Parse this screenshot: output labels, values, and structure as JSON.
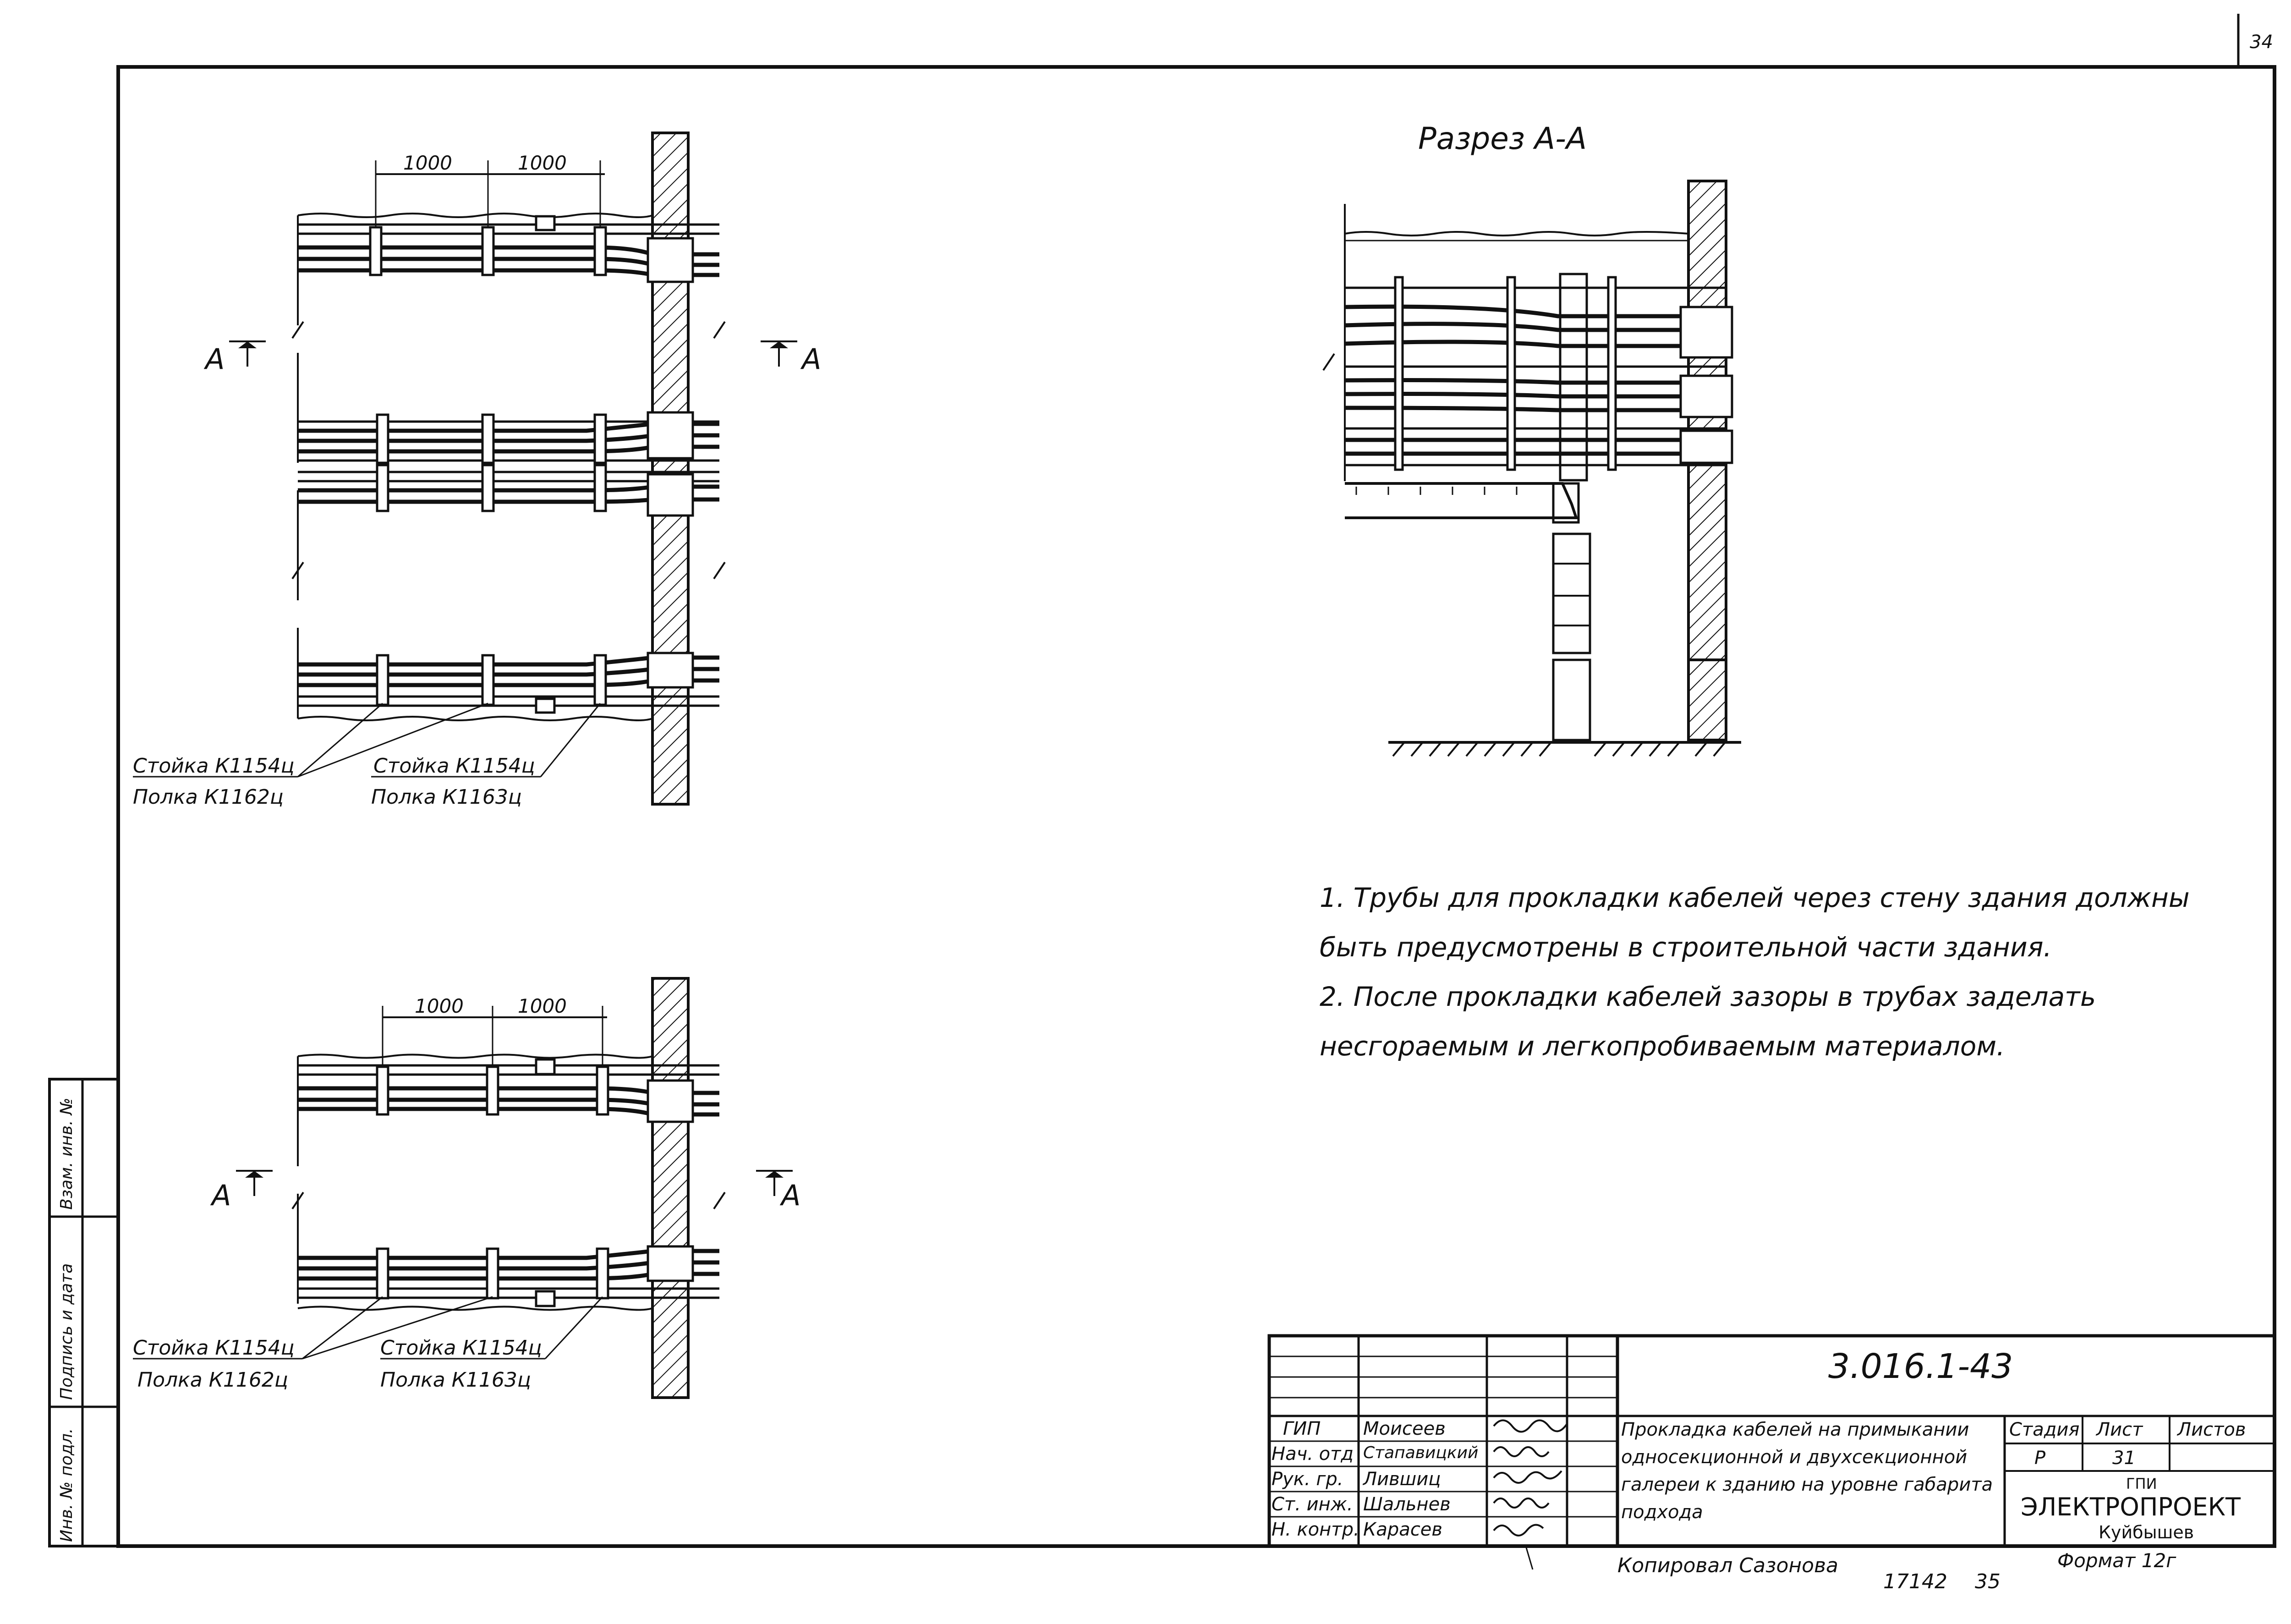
{
  "sheet_number": "34",
  "plan_top": {
    "dim_1": "1000",
    "dim_2": "1000",
    "section_left": "А",
    "section_right": "А",
    "callout_left_line1": "Стойка К1154ц",
    "callout_left_line2": "Полка К1162ц",
    "callout_right_line1": "Стойка К1154ц",
    "callout_right_line2": "Полка К1163ц"
  },
  "plan_bottom": {
    "dim_1": "1000",
    "dim_2": "1000",
    "section_left": "А",
    "section_right": "А",
    "callout_left_line1": "Стойка К1154ц",
    "callout_left_line2": "Полка К1162ц",
    "callout_right_line1": "Стойка К1154ц",
    "callout_right_line2": "Полка К1163ц"
  },
  "section_title": "Разрез А-А",
  "notes": [
    "1. Трубы для прокладки кабелей через стену здания должны быть предусмотрены в строительной части здания.",
    "2. После прокладки кабелей зазоры в трубах заделать несгораемым и легкопробиваемым материалом."
  ],
  "side_stamp": {
    "field_1": "Взам. инв. №",
    "field_2": "Подпись и дата",
    "field_3": "Инв. № подл."
  },
  "title_block": {
    "doc_code": "3.016.1-43",
    "roles": [
      "ГИП",
      "Нач. отд",
      "Рук. гр.",
      "Ст. инж.",
      "Н. контр."
    ],
    "names": [
      "Моисеев",
      "Стапавицкий",
      "Лившиц",
      "Шальнев",
      "Карасев"
    ],
    "description": "Прокладка кабелей на примыкании односекционной и двухсекционной галереи к зданию на уровне габарита подхода",
    "stage_header": "Стадия",
    "sheet_header": "Лист",
    "sheets_header": "Листов",
    "stage_value": "Р",
    "sheet_value": "31",
    "sheets_value": "",
    "org_small": "ГПИ",
    "org_name": "ЭЛЕКТРОПРОЕКТ",
    "org_city": "Куйбышев"
  },
  "footer": {
    "copied_by": "Копировал Сазонова",
    "order_no": "17142",
    "page_no": "35",
    "format": "Формат 12г"
  }
}
